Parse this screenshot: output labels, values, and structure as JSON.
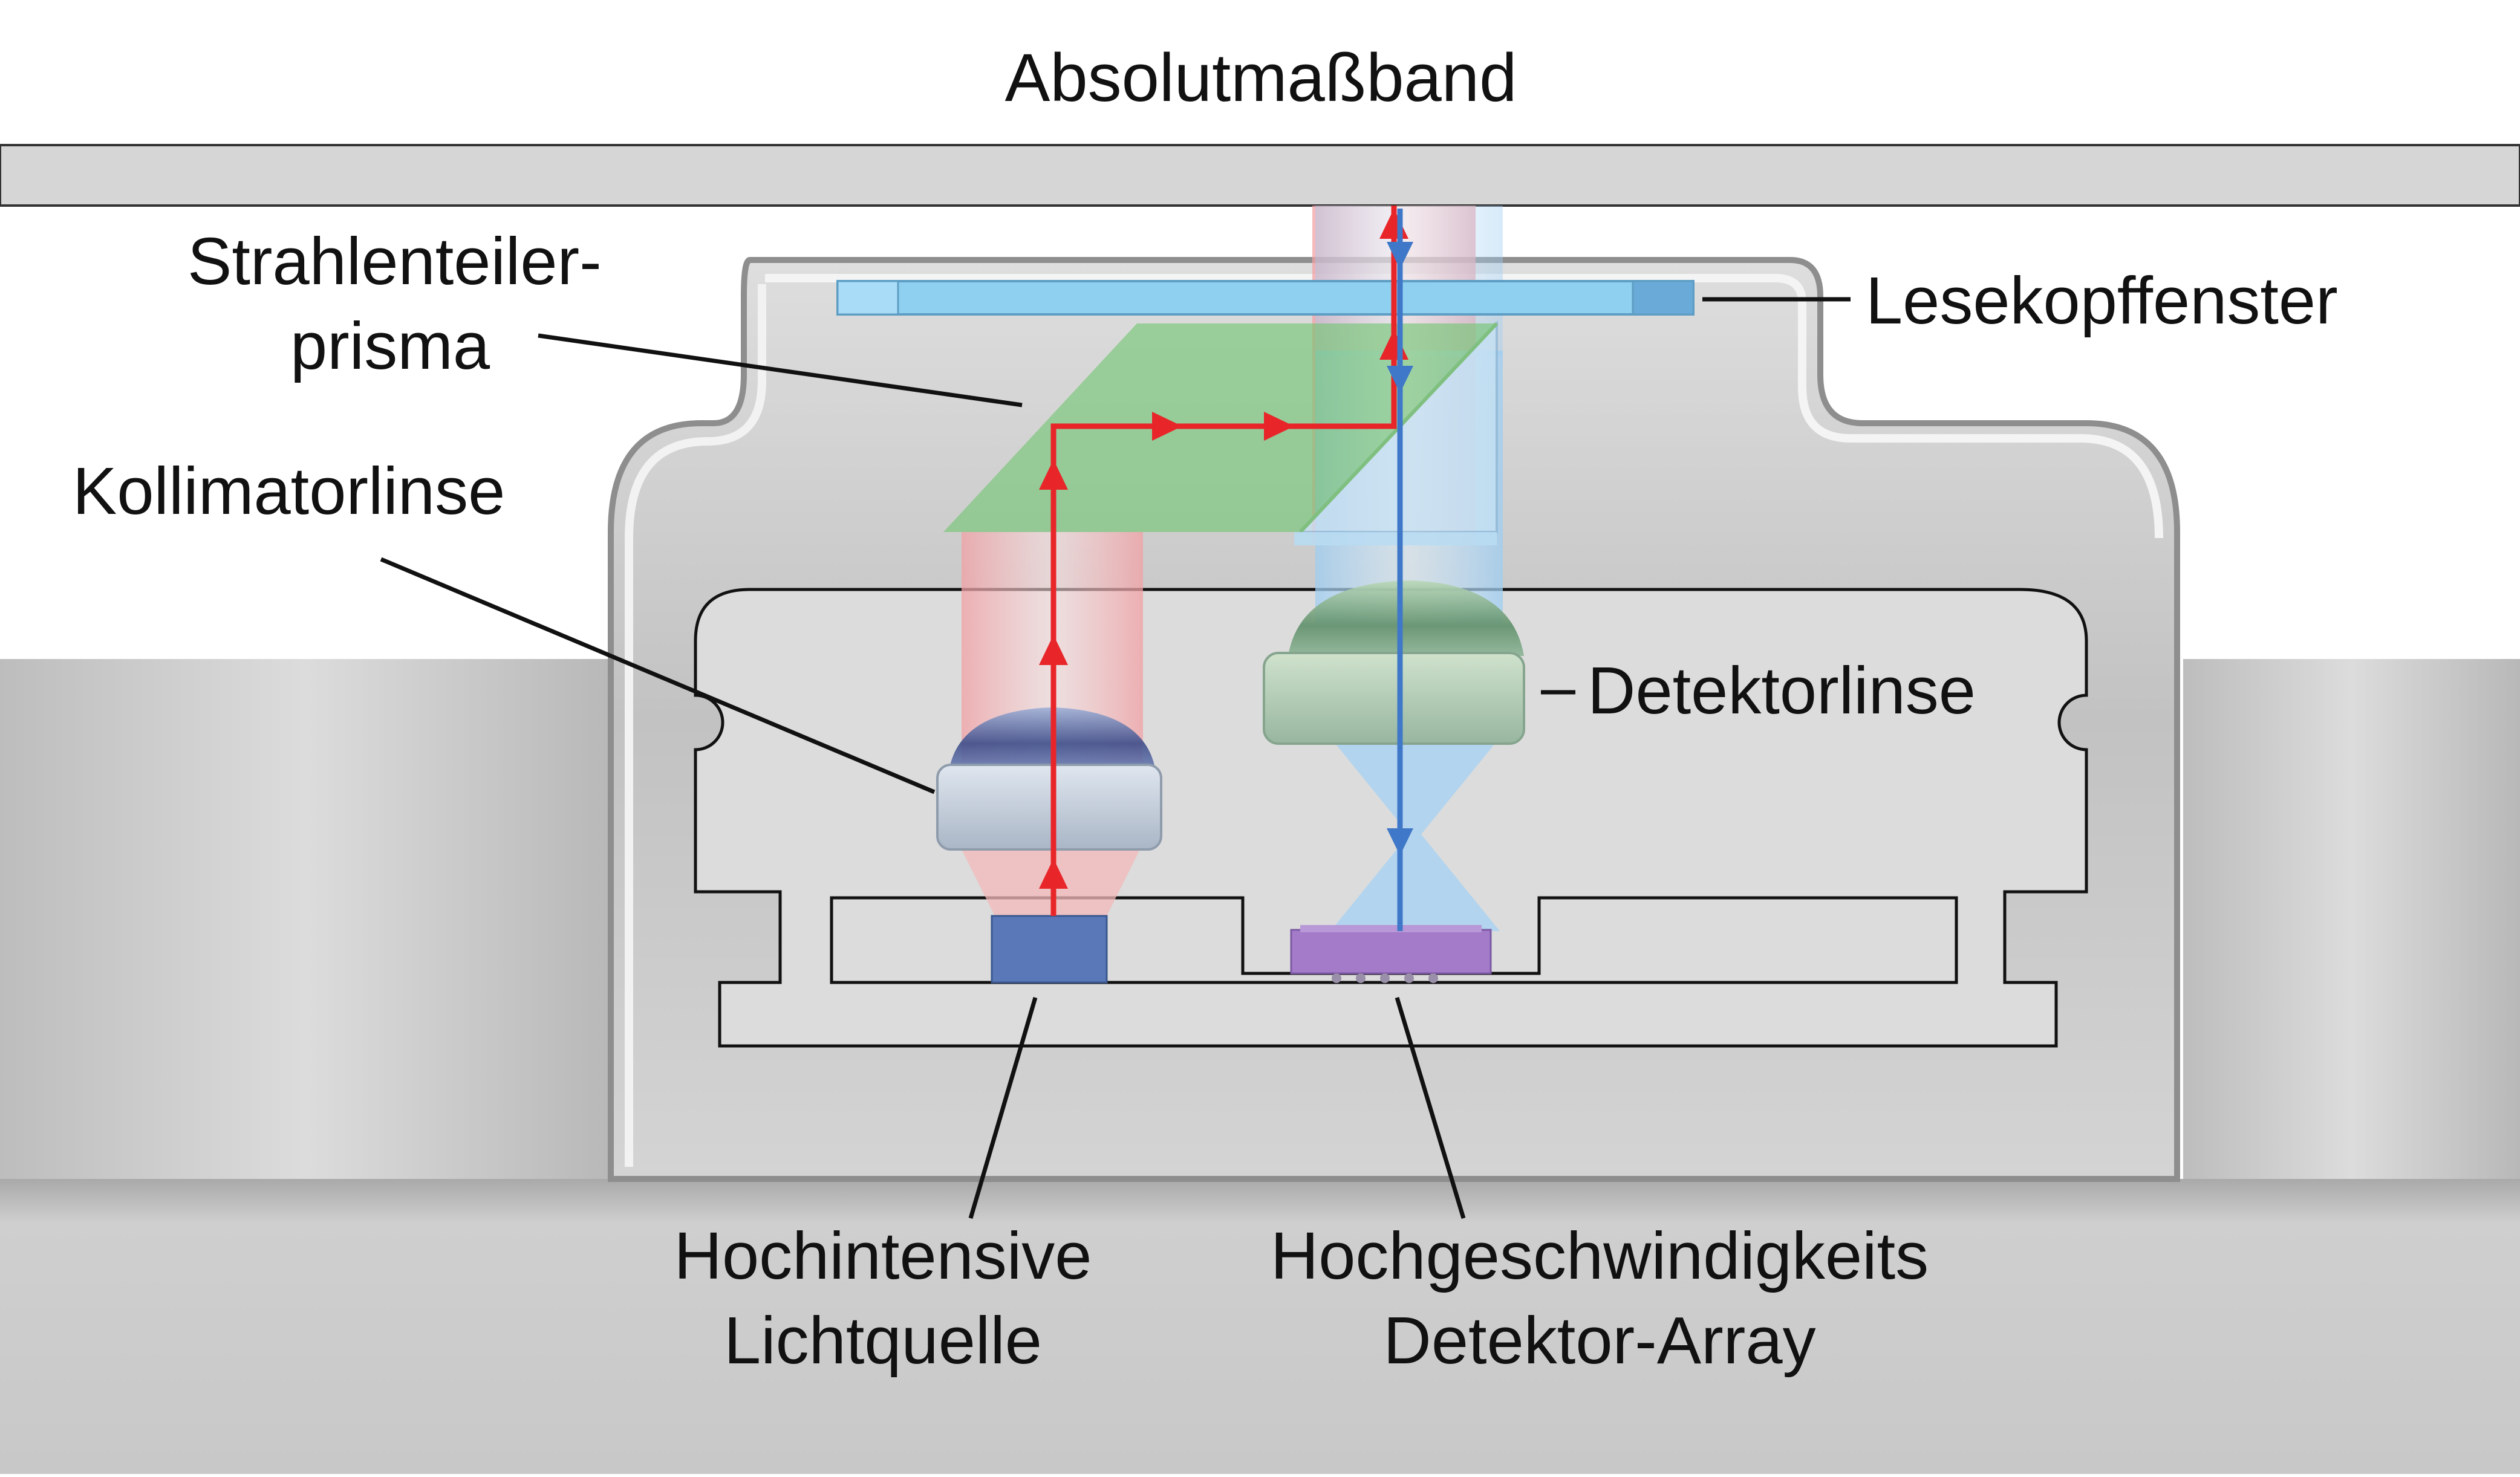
{
  "title": "Absolutmaßband",
  "labels": {
    "prism_line1": "Strahlenteiler-",
    "prism_line2": "prisma",
    "window": "Lesekopffenster",
    "collimator": "Kollimatorlinse",
    "detector_lens": "Detektorlinse",
    "source_line1": "Hochintensive",
    "source_line2": "Lichtquelle",
    "array_line1": "Hochgeschwindigkeits",
    "array_line2": "Detektor-Array"
  },
  "colors": {
    "red_beam": "#e8262a",
    "blue_beam": "#3f78c8",
    "prism_green": "#5cb85c",
    "window_blue": "#8fd0f0",
    "source_blue": "#5a78b8",
    "array_purple": "#a37bc8",
    "housing_gray": "#c4c4c4"
  }
}
